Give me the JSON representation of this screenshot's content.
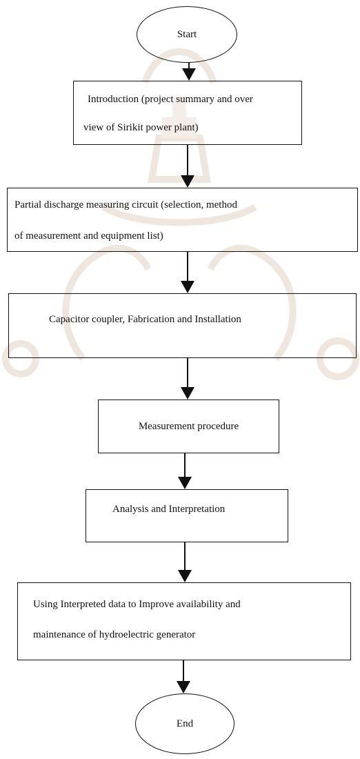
{
  "flowchart": {
    "start": "Start",
    "intro": {
      "line1": "Introduction (project summary and over",
      "line2": "view of Sirikit power plant)"
    },
    "circuit": {
      "line1": "Partial discharge measuring circuit (selection, method",
      "line2": "of measurement and equipment list)"
    },
    "coupler": "Capacitor coupler, Fabrication and Installation",
    "procedure": "Measurement procedure",
    "analysis": "Analysis and Interpretation",
    "improve": {
      "line1": "Using Interpreted data to Improve availability and",
      "line2": "maintenance of hydroelectric generator"
    },
    "end": "End"
  }
}
